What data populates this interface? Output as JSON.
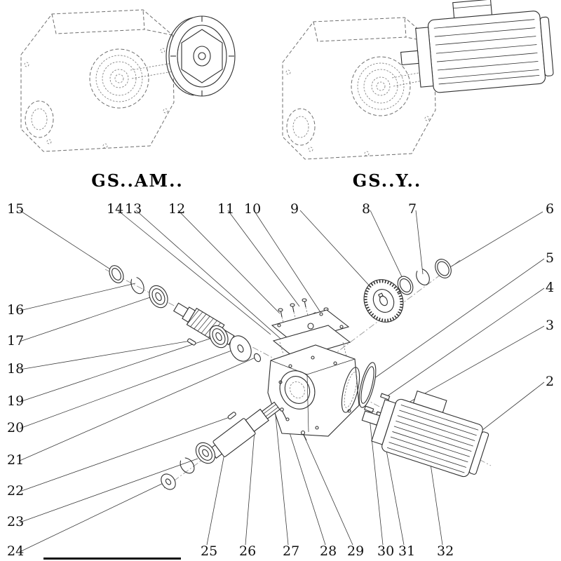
{
  "diagram": {
    "variants": {
      "left_label": "GS..AM..",
      "right_label": "GS..Y.."
    },
    "callouts": {
      "2": "2",
      "3": "3",
      "4": "4",
      "5": "5",
      "6": "6",
      "7": "7",
      "8": "8",
      "9": "9",
      "10": "10",
      "11": "11",
      "12": "12",
      "13": "13",
      "14": "14",
      "15": "15",
      "16": "16",
      "17": "17",
      "18": "18",
      "19": "19",
      "20": "20",
      "21": "21",
      "22": "22",
      "23": "23",
      "24": "24",
      "25": "25",
      "26": "26",
      "27": "27",
      "28": "28",
      "29": "29",
      "30": "30",
      "31": "31",
      "32": "32"
    }
  },
  "colors": {
    "ink": "#2e2e2e",
    "ghost": "#6e6e6e",
    "background": "#ffffff"
  }
}
